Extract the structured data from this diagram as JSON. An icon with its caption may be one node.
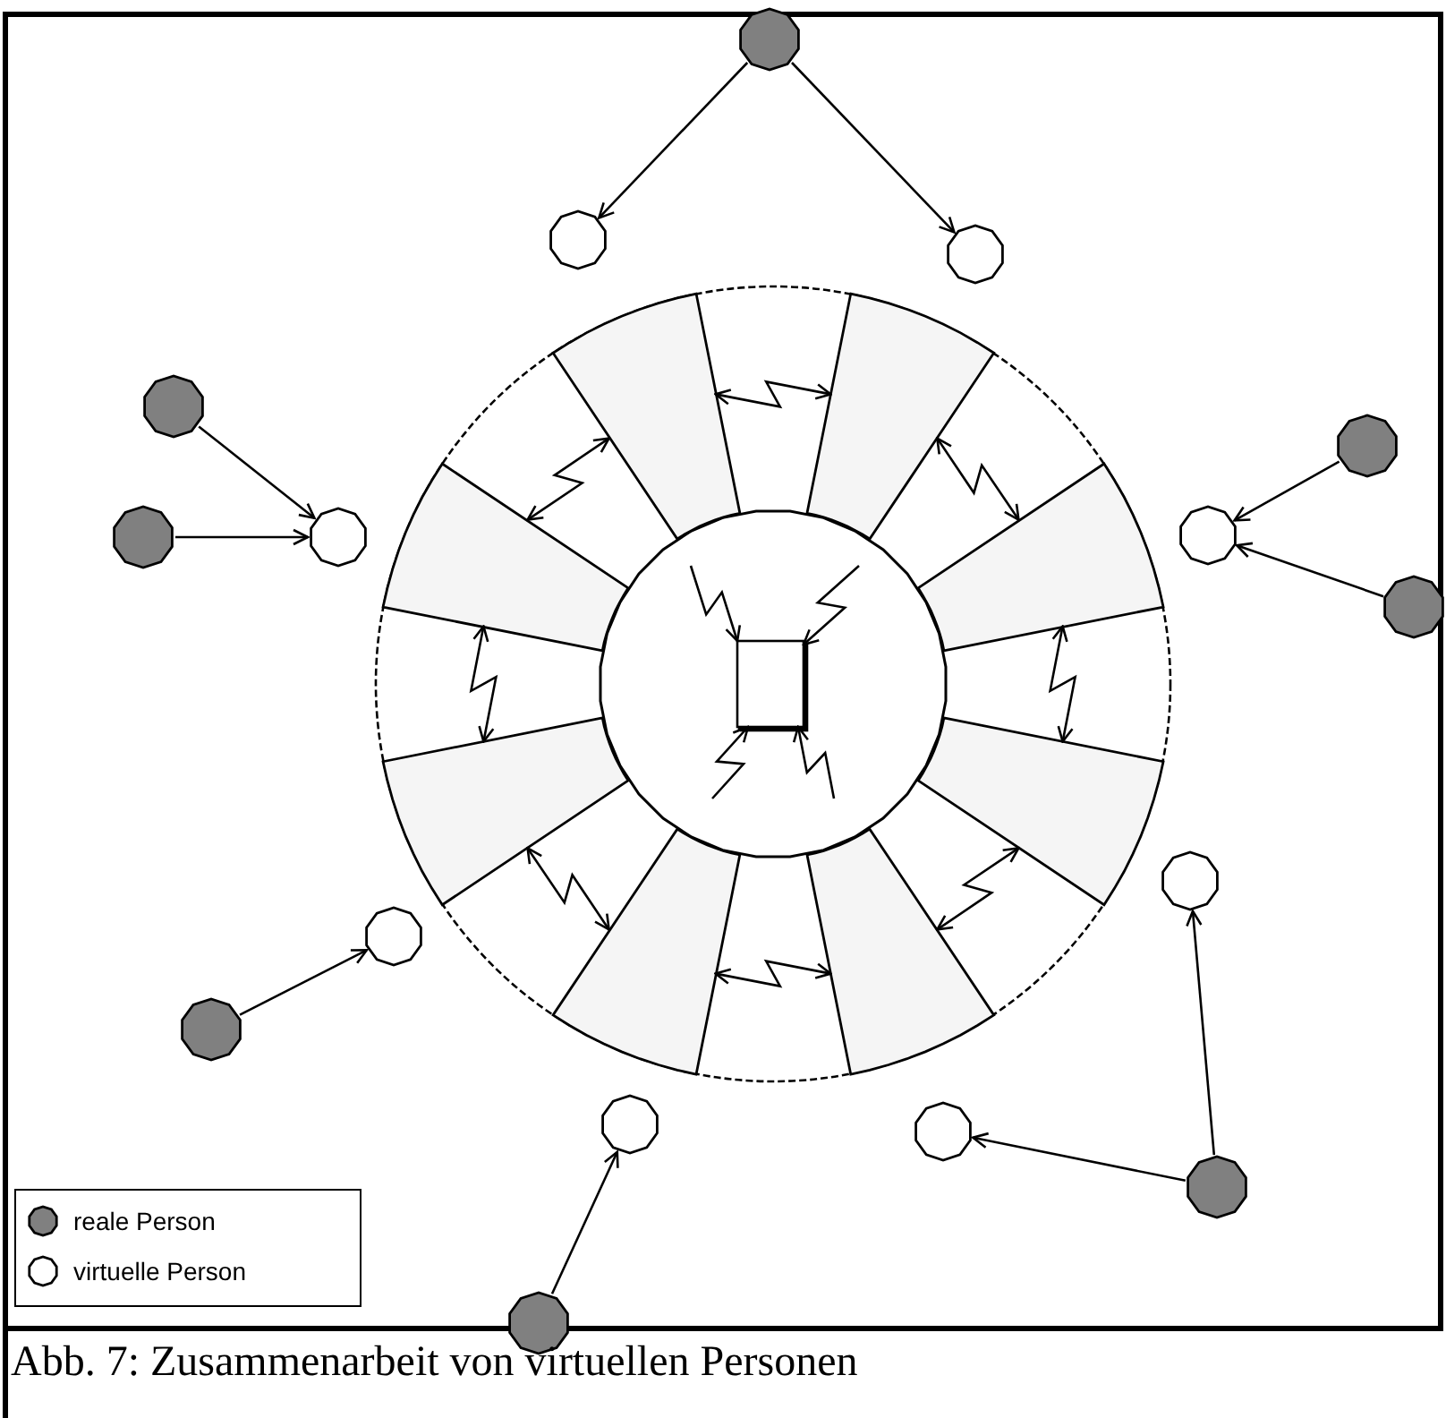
{
  "diagram": {
    "caption": "Abb. 7: Zusammenarbeit von virtuellen Personen",
    "nodes": [
      {
        "text": [],
        "shape": "circle"
      },
      {
        "text": [],
        "shape": "circle",
        "in": 0
      },
      {
        "text": [],
        "shape": "document",
        "in": 1
      },
      {
        "text": [],
        "shape": "sector",
        "in": 0
      },
      {
        "text": [],
        "shape": "sector",
        "in": 0
      },
      {
        "text": [],
        "shape": "sector",
        "in": 0
      },
      {
        "text": [],
        "shape": "sector",
        "in": 0
      },
      {
        "text": [],
        "shape": "sector",
        "in": 0
      },
      {
        "text": [],
        "shape": "sector",
        "in": 0
      },
      {
        "text": [],
        "shape": "sector",
        "in": 0
      },
      {
        "text": [],
        "shape": "sector",
        "in": 0
      },
      {
        "text": [],
        "shape": "dot"
      },
      {
        "text": [],
        "shape": "circle"
      },
      {
        "text": [],
        "shape": "circle"
      },
      {
        "text": [],
        "shape": "dot"
      },
      {
        "text": [],
        "shape": "dot"
      },
      {
        "text": [],
        "shape": "circle"
      },
      {
        "text": [],
        "shape": "dot"
      },
      {
        "text": [],
        "shape": "circle"
      },
      {
        "text": [],
        "shape": "dot"
      },
      {
        "text": [],
        "shape": "circle"
      },
      {
        "text": [],
        "shape": "circle"
      },
      {
        "text": [],
        "shape": "dot"
      },
      {
        "text": [],
        "shape": "circle"
      },
      {
        "text": [],
        "shape": "circle"
      },
      {
        "text": [],
        "shape": "dot"
      },
      {
        "text": [],
        "shape": "dot"
      }
    ],
    "edges": [
      {
        "from": 11,
        "to": 12,
        "arrow": "to"
      },
      {
        "from": 11,
        "to": 13,
        "arrow": "to"
      },
      {
        "from": 14,
        "to": 16,
        "arrow": "to"
      },
      {
        "from": 17,
        "to": 16,
        "arrow": "to"
      },
      {
        "from": 15,
        "to": 18,
        "arrow": "to"
      },
      {
        "from": 19,
        "to": 18,
        "arrow": "to"
      },
      {
        "from": 22,
        "to": 21,
        "arrow": "to"
      },
      {
        "from": 25,
        "to": 20,
        "arrow": "to"
      },
      {
        "from": 25,
        "to": 24,
        "arrow": "to"
      },
      {
        "from": 26,
        "to": 23,
        "arrow": "to"
      },
      {
        "from": 3,
        "to": 4,
        "arrow": "both"
      },
      {
        "from": 4,
        "to": 6,
        "arrow": "both"
      },
      {
        "from": 6,
        "to": 8,
        "arrow": "both"
      },
      {
        "from": 8,
        "to": 10,
        "arrow": "both"
      },
      {
        "from": 10,
        "to": 9,
        "arrow": "both"
      },
      {
        "from": 9,
        "to": 7,
        "arrow": "both"
      },
      {
        "from": 7,
        "to": 5,
        "arrow": "both"
      },
      {
        "from": 5,
        "to": 3,
        "arrow": "both"
      },
      {
        "from": null,
        "to": 2,
        "arrow": "to"
      },
      {
        "from": null,
        "to": 2,
        "arrow": "to"
      },
      {
        "from": null,
        "to": 2,
        "arrow": "to"
      },
      {
        "from": null,
        "to": 2,
        "arrow": "to"
      }
    ],
    "legend": [
      {
        "text": "reale Person",
        "color": "#808080"
      },
      {
        "text": "virtuelle Person",
        "color": "#ffffff"
      }
    ]
  }
}
